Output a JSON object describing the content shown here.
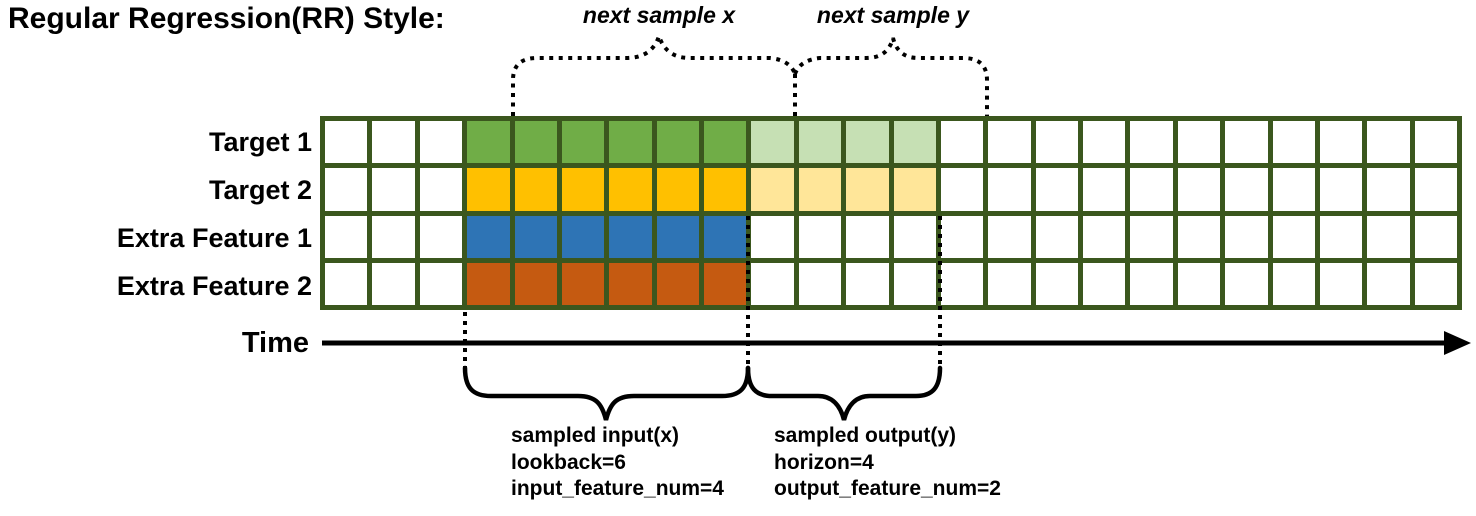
{
  "title": "Regular Regression(RR) Style:",
  "annotations": {
    "next_sample_x": "next sample x",
    "next_sample_y": "next sample y"
  },
  "time_axis": {
    "label": "Time"
  },
  "grid": {
    "num_columns": 24,
    "blank_lead_cols": 3,
    "lookback": 6,
    "horizon": 4,
    "line_color": "#3b571e",
    "rows": [
      {
        "label": "Target 1",
        "input_color": "#70AD47",
        "output_color": "#C6E0B4"
      },
      {
        "label": "Target 2",
        "input_color": "#FFC000",
        "output_color": "#FFE699"
      },
      {
        "label": "Extra Feature 1",
        "input_color": "#2E74B5",
        "output_color": null
      },
      {
        "label": "Extra Feature 2",
        "input_color": "#C55A11",
        "output_color": null
      }
    ]
  },
  "input_annotation": {
    "line1": "sampled input(x)",
    "line2": "lookback=6",
    "line3": "input_feature_num=4"
  },
  "output_annotation": {
    "line1": "sampled output(y)",
    "line2": "horizon=4",
    "line3": "output_feature_num=2"
  },
  "colors": {
    "brace_and_axis": "#000000"
  }
}
